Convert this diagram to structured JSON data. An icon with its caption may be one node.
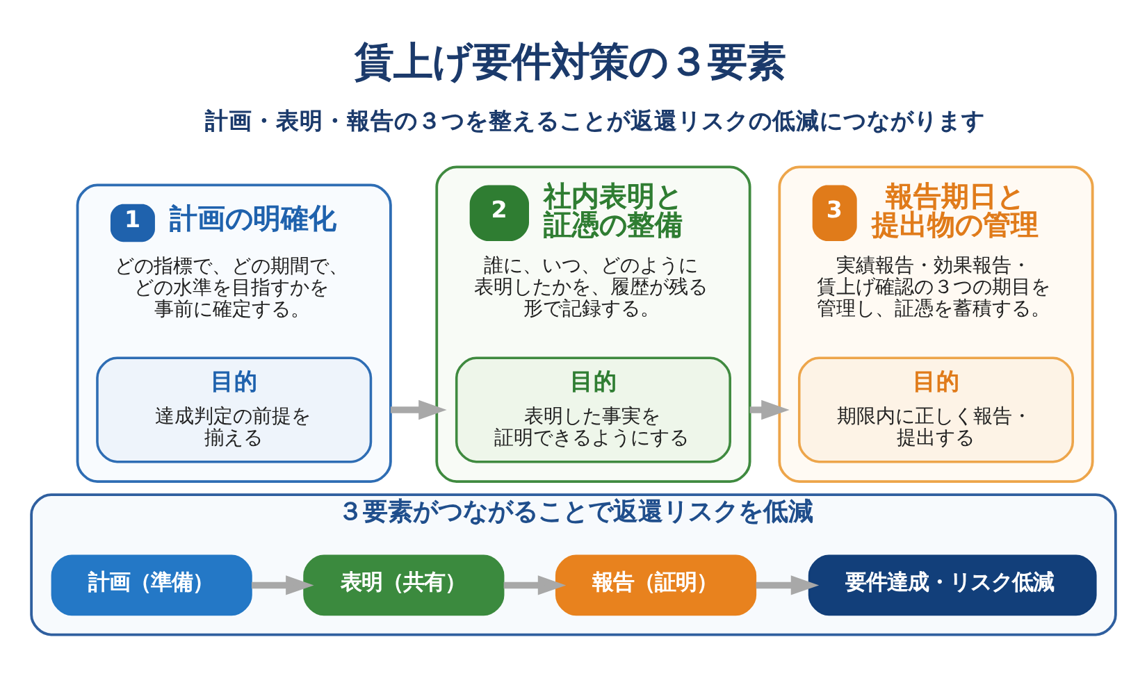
{
  "diagram": {
    "title": "賃上げ要件対策の３要素",
    "nodes": [
      {
        "text": [
          "1",
          "計画の明確化",
          "どの指標で、どの期間で、どの水準を目指すかを事前に確定する。"
        ]
      },
      {
        "text": [
          "目的",
          "達成判定の前提を揃える"
        ],
        "in": 0
      },
      {
        "text": [
          "2",
          "社内表明と証憑の整備",
          "誰に、いつ、どのように表明したかを、履歴が残る形で記録する。"
        ]
      },
      {
        "text": [
          "目的",
          "表明した事実を証明できるようにする"
        ],
        "in": 2
      },
      {
        "text": [
          "3",
          "報告期日と提出物の管理",
          "実績報告・効果報告・賃上げ確認の３つの期目を管理し、証憑を蓄積する。"
        ]
      },
      {
        "text": [
          "目的",
          "期限内に正しく報告・提出する"
        ],
        "in": 4
      },
      {
        "text": [
          "３要素がつながることで返還リスクを低減"
        ]
      },
      {
        "text": [
          "計画（準備）"
        ],
        "in": 6
      },
      {
        "text": [
          "表明（共有）"
        ],
        "in": 6
      },
      {
        "text": [
          "報告（証明）"
        ],
        "in": 6
      },
      {
        "text": [
          "要件達成・リスク低減"
        ],
        "in": 6
      }
    ],
    "edges": [
      {
        "from": 0,
        "to": 2,
        "arrow": "to"
      },
      {
        "from": 2,
        "to": 4,
        "arrow": "to"
      },
      {
        "from": 7,
        "to": 8,
        "arrow": "to"
      },
      {
        "from": 8,
        "to": 9,
        "arrow": "to"
      },
      {
        "from": 9,
        "to": 10,
        "arrow": "to"
      }
    ],
    "labels": [
      "計画・表明・報告の３つを整えることが返還リスクの低減につながります"
    ]
  }
}
